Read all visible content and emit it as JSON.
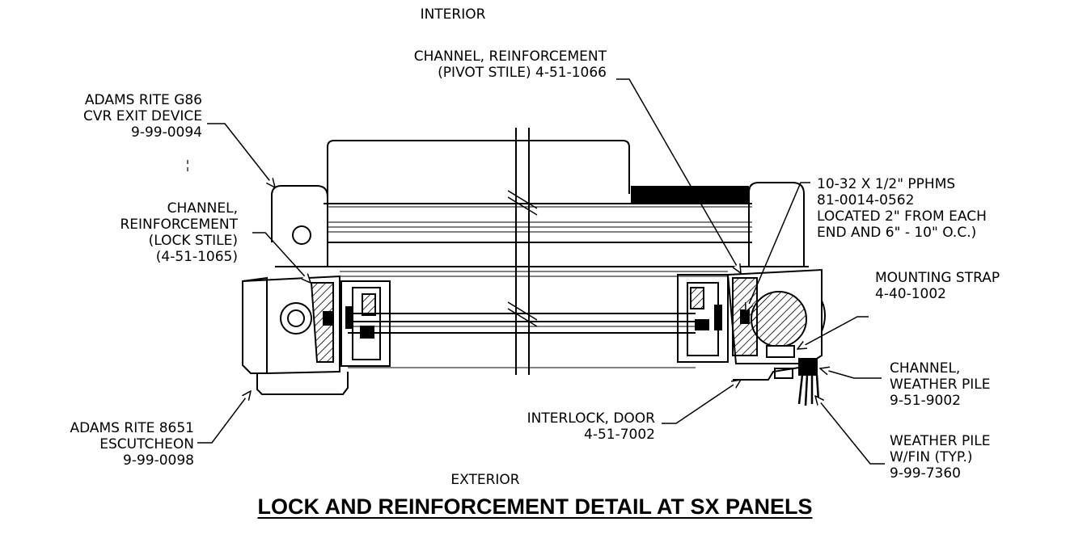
{
  "labels": {
    "interior": "INTERIOR",
    "exterior": "EXTERIOR",
    "pivot_channel": [
      "CHANNEL, REINFORCEMENT",
      "(PIVOT STILE) 4-51-1066"
    ],
    "exit_device": [
      "ADAMS RITE G86",
      "CVR EXIT DEVICE",
      "9-99-0094"
    ],
    "lock_channel": [
      "CHANNEL,",
      "REINFORCEMENT",
      "(LOCK STILE)",
      "(4-51-1065)"
    ],
    "screw": [
      "10-32 X 1/2\" PPHMS",
      "81-0014-0562",
      "LOCATED 2\" FROM EACH",
      "END AND 6\" - 10\" O.C.)"
    ],
    "strap": [
      "MOUNTING STRAP",
      "4-40-1002"
    ],
    "weather_channel": [
      "CHANNEL,",
      "WEATHER PILE",
      "9-51-9002"
    ],
    "weather_pile": [
      "WEATHER PILE",
      "W/FIN (TYP.)",
      "9-99-7360"
    ],
    "interlock": [
      "INTERLOCK, DOOR",
      "4-51-7002"
    ],
    "escutcheon": [
      "ADAMS RITE 8651",
      "ESCUTCHEON",
      "9-99-0098"
    ]
  },
  "title": "LOCK AND REINFORCEMENT DETAIL AT SX PANELS"
}
